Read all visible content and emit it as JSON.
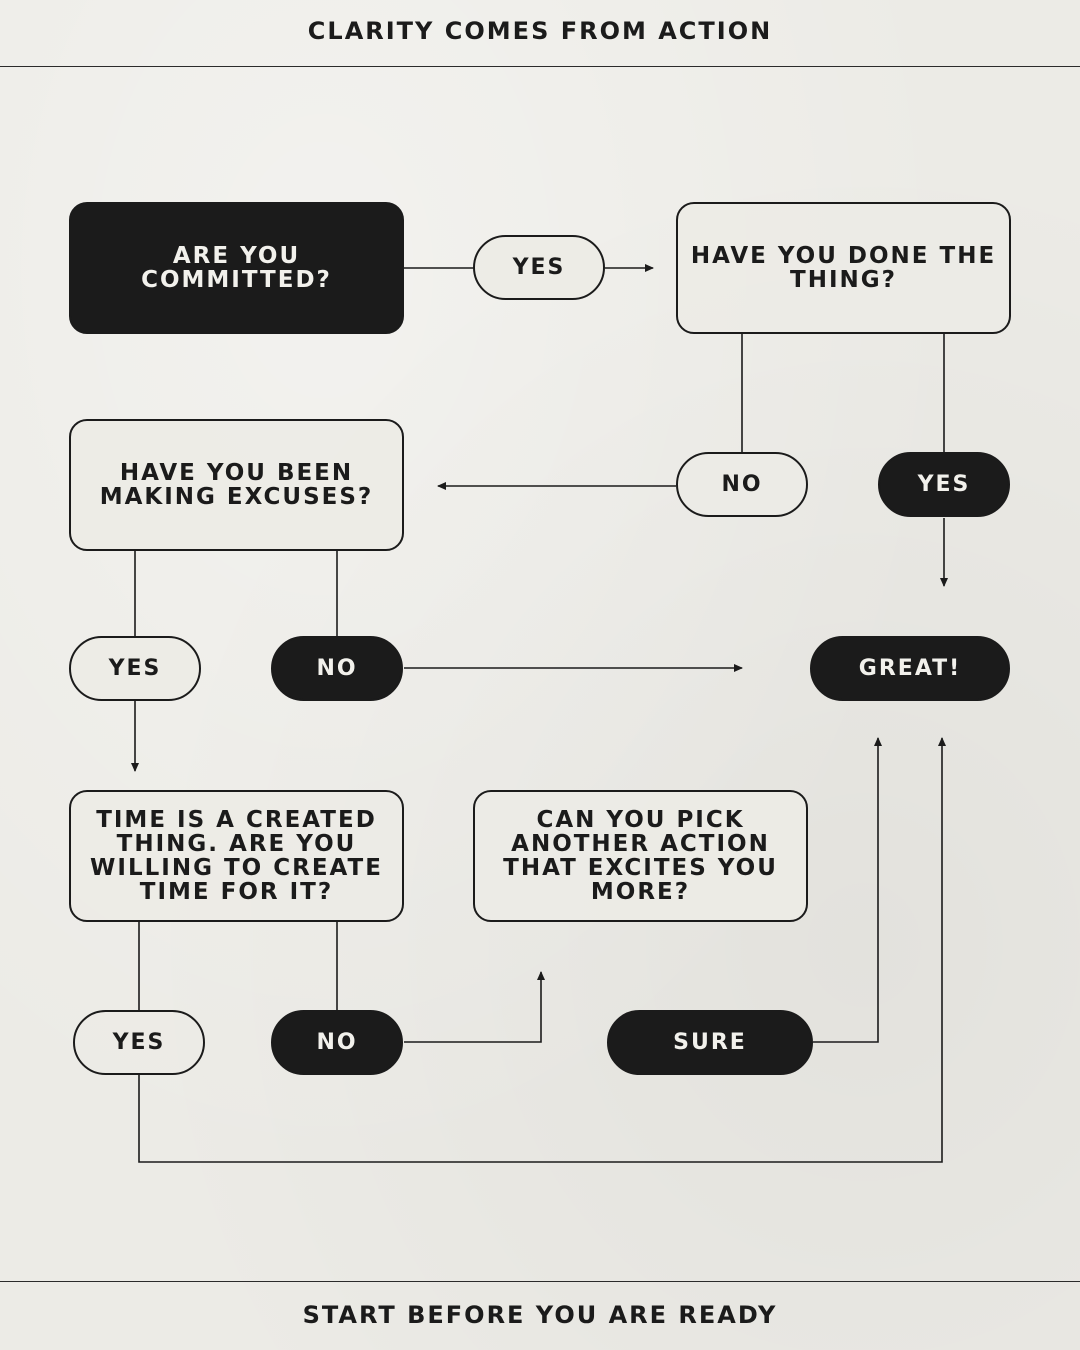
{
  "header": {
    "title": "CLARITY COMES FROM ACTION"
  },
  "footer": {
    "tagline": "START BEFORE YOU ARE READY"
  },
  "nodes": {
    "committed": "ARE YOU COMMITTED?",
    "done_thing": "HAVE YOU DONE THE THING?",
    "excuses": "HAVE YOU BEEN MAKING EXCUSES?",
    "time": "TIME IS A CREATED THING. ARE YOU WILLING TO CREATE TIME FOR IT?",
    "another_action": "CAN YOU PICK ANOTHER ACTION THAT EXCITES YOU MORE?",
    "great": "GREAT!"
  },
  "answers": {
    "committed_yes": "YES",
    "done_no": "NO",
    "done_yes": "YES",
    "excuses_yes": "YES",
    "excuses_no": "NO",
    "time_yes": "YES",
    "time_no": "NO",
    "another_sure": "SURE"
  },
  "colors": {
    "ink": "#1b1b1b",
    "paper": "#ecebe6",
    "light_text": "#f2f1ec"
  }
}
